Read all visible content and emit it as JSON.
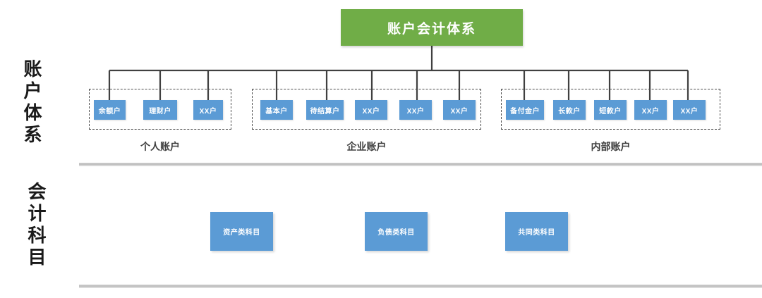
{
  "diagram": {
    "root": {
      "label": "账户会计体系"
    },
    "side_labels": {
      "accounts": "账户体系",
      "subjects": "会计科目"
    },
    "colors": {
      "root_fill": "#70ad47",
      "node_fill": "#5b9bd5",
      "node_text": "#ffffff",
      "connector": "#404040",
      "group_border": "#4a4a4a",
      "divider": "#bdbdbd"
    },
    "groups": [
      {
        "caption": "个人账户",
        "nodes": [
          {
            "label": "余额户"
          },
          {
            "label": "理财户"
          },
          {
            "label": "XX户"
          }
        ]
      },
      {
        "caption": "企业账户",
        "nodes": [
          {
            "label": "基本户"
          },
          {
            "label": "待结算户"
          },
          {
            "label": "XX户"
          },
          {
            "label": "XX户"
          },
          {
            "label": "XX户"
          }
        ]
      },
      {
        "caption": "内部账户",
        "nodes": [
          {
            "label": "备付金户"
          },
          {
            "label": "长款户"
          },
          {
            "label": "短款户"
          },
          {
            "label": "XX户"
          },
          {
            "label": "XX户"
          }
        ]
      }
    ],
    "subjects": [
      {
        "label": "资产类科目"
      },
      {
        "label": "负债类科目"
      },
      {
        "label": "共同类科目"
      }
    ]
  }
}
